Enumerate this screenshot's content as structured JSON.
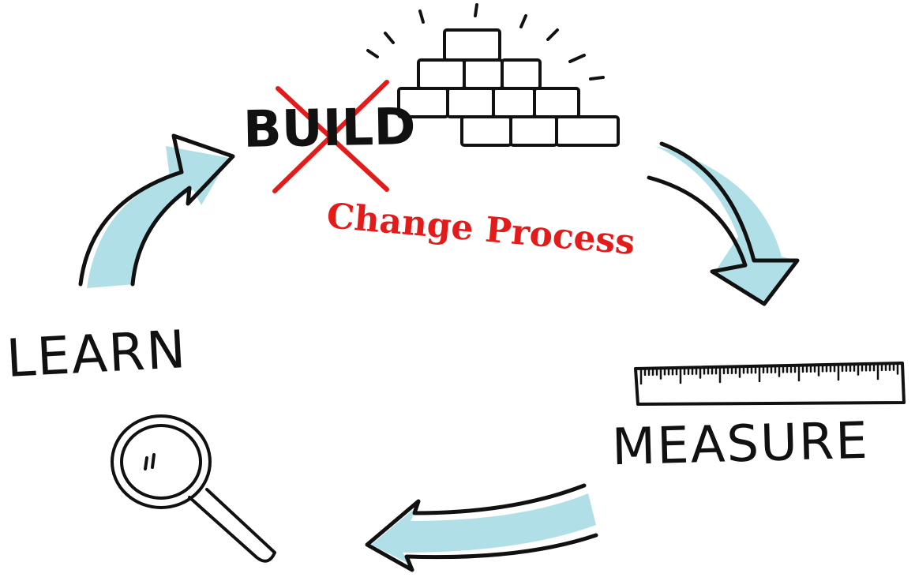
{
  "stages": {
    "build": "BUILD",
    "measure": "MEASURE",
    "learn": "LEARN"
  },
  "annotation": {
    "text": "Change Process",
    "color": "#e31b1b"
  },
  "colors": {
    "arrow_fill": "#a9dbe4",
    "ink": "#111111",
    "strike": "#e31b1b"
  },
  "icons": [
    "brick-wall-icon",
    "ruler-icon",
    "magnifying-glass-icon"
  ]
}
